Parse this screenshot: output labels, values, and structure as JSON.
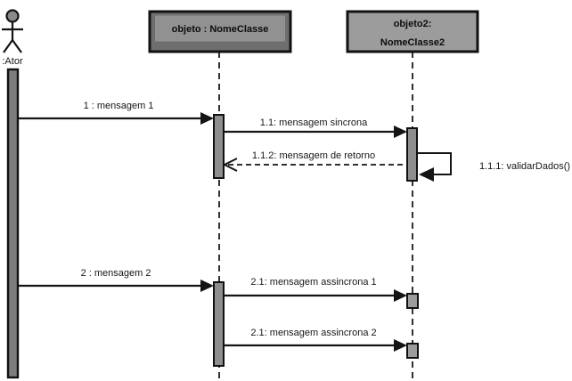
{
  "diagram": {
    "type": "uml-sequence",
    "actor": {
      "name": ":Ator"
    },
    "objects": [
      {
        "id": "objeto",
        "label": "objeto : NomeClasse"
      },
      {
        "id": "objeto2",
        "label_line1": "objeto2:",
        "label_line2": "NomeClasse2"
      }
    ],
    "messages": [
      {
        "seq": "1",
        "label": "1 : mensagem 1",
        "kind": "synchronous",
        "from": ":Ator",
        "to": "objeto"
      },
      {
        "seq": "1.1",
        "label": "1.1: mensagem sincrona",
        "kind": "synchronous",
        "from": "objeto",
        "to": "objeto2"
      },
      {
        "seq": "1.1.2",
        "label": "1.1.2: mensagem de retorno",
        "kind": "return",
        "from": "objeto2",
        "to": "objeto"
      },
      {
        "seq": "1.1.1",
        "label": "1.1.1: validarDados()",
        "kind": "self",
        "from": "objeto2",
        "to": "objeto2"
      },
      {
        "seq": "2",
        "label": "2 : mensagem 2",
        "kind": "synchronous",
        "from": ":Ator",
        "to": "objeto"
      },
      {
        "seq": "2.1",
        "label": "2.1: mensagem assincrona 1",
        "kind": "asynchronous",
        "from": "objeto",
        "to": "objeto2"
      },
      {
        "seq": "2.1b",
        "label": "2.1: mensagem assincrona 2",
        "kind": "asynchronous",
        "from": "objeto",
        "to": "objeto2"
      }
    ],
    "colors": {
      "background": "#ffffff",
      "line": "#1a1a1a",
      "box1_fill": "#6e6e6e",
      "box1_inner_fill": "#919191",
      "box2_fill": "#9c9c9c",
      "activation_fill": "#8e8e8e",
      "actor_bar_fill": "#7d7d7d",
      "actor_head_fill": "#8a8a8a",
      "text": "#161616"
    }
  }
}
